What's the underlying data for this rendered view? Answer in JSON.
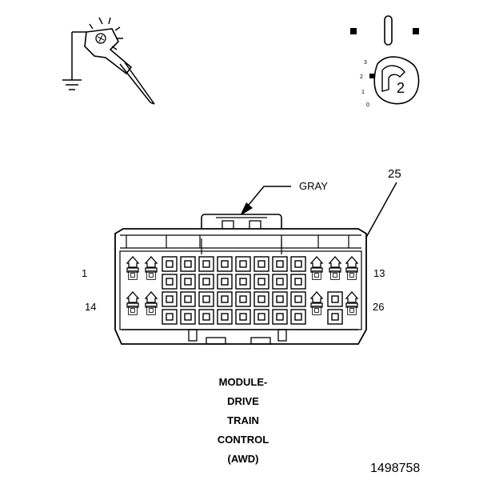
{
  "connector": {
    "color_label": "GRAY",
    "callout_pin": "25",
    "pin_labels": {
      "row1_left": "1",
      "row1_right": "13",
      "row2_left": "14",
      "row2_right": "26"
    }
  },
  "caption_lines": [
    "MODULE-",
    "DRIVE",
    "TRAIN",
    "CONTROL",
    "(AWD)"
  ],
  "figure_number": "1498758",
  "ignition_position_label": "2",
  "ignition_scale": [
    "3",
    "2",
    "1",
    "0"
  ],
  "icons": [
    "test-light-probe-icon",
    "ground-symbol-icon",
    "ignition-switch-icon",
    "connector-latch-icon"
  ]
}
